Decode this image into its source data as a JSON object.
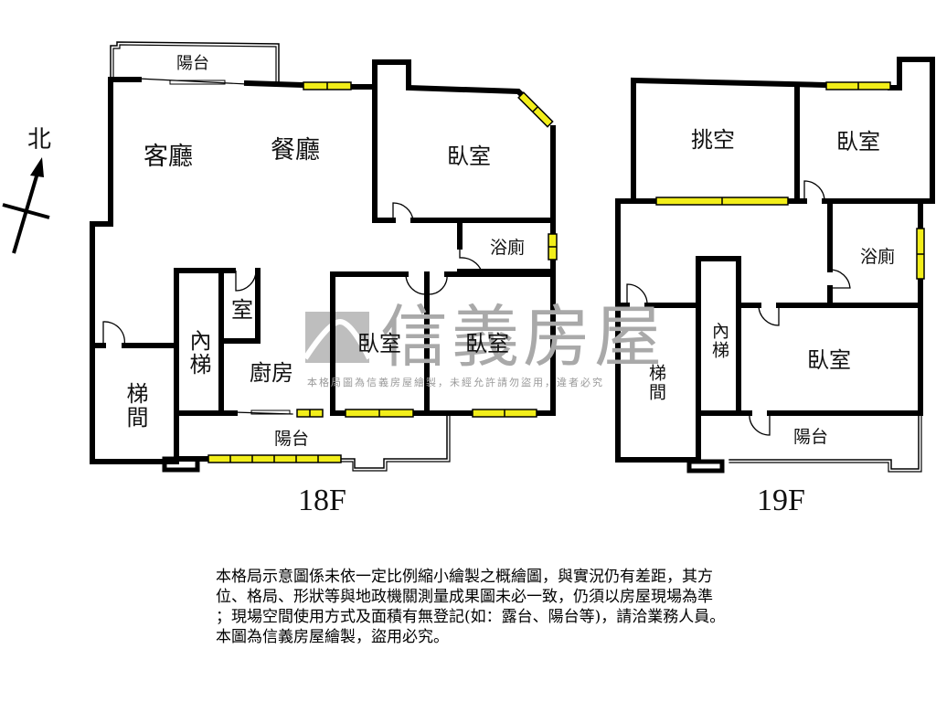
{
  "compass": {
    "label": "北",
    "direction": "north-arrow"
  },
  "watermark": {
    "brand": "信義房屋",
    "note": "本格局圖為信義房屋繪製，未經允許請勿盜用，違者必究",
    "color": "#a9a9a9"
  },
  "floor_18": {
    "label": "18F",
    "rooms": {
      "balcony_top": "陽台",
      "living_room": "客廳",
      "dining_room": "餐廳",
      "bedroom_master": "臥室",
      "bathroom": "浴廁",
      "small_room": "室",
      "inner_stairs": "內梯",
      "stairwell": "梯間",
      "kitchen": "廚房",
      "bedroom_2": "臥室",
      "bedroom_3": "臥室",
      "balcony_bottom": "陽台"
    }
  },
  "floor_19": {
    "label": "19F",
    "rooms": {
      "void": "挑空",
      "bedroom_top": "臥室",
      "bathroom": "浴廁",
      "inner_stairs": "內梯",
      "stairwell": "梯間",
      "bedroom_main": "臥室",
      "balcony": "陽台"
    }
  },
  "disclaimer": {
    "lines": [
      "本格局示意圖係未依一定比例縮小繪製之概繪圖，與實況仍有差距，其方",
      "位、格局、形狀等與地政機關測量成果圖未必一致，仍須以房屋現場為準",
      "；現場空間使用方式及面積有無登記(如：露台、陽台等)，請洽業務人員。",
      "本圖為信義房屋繪製，盜用必究。"
    ]
  },
  "colors": {
    "wall": "#000000",
    "window_fill": "#f2ee1a",
    "background": "#ffffff"
  }
}
